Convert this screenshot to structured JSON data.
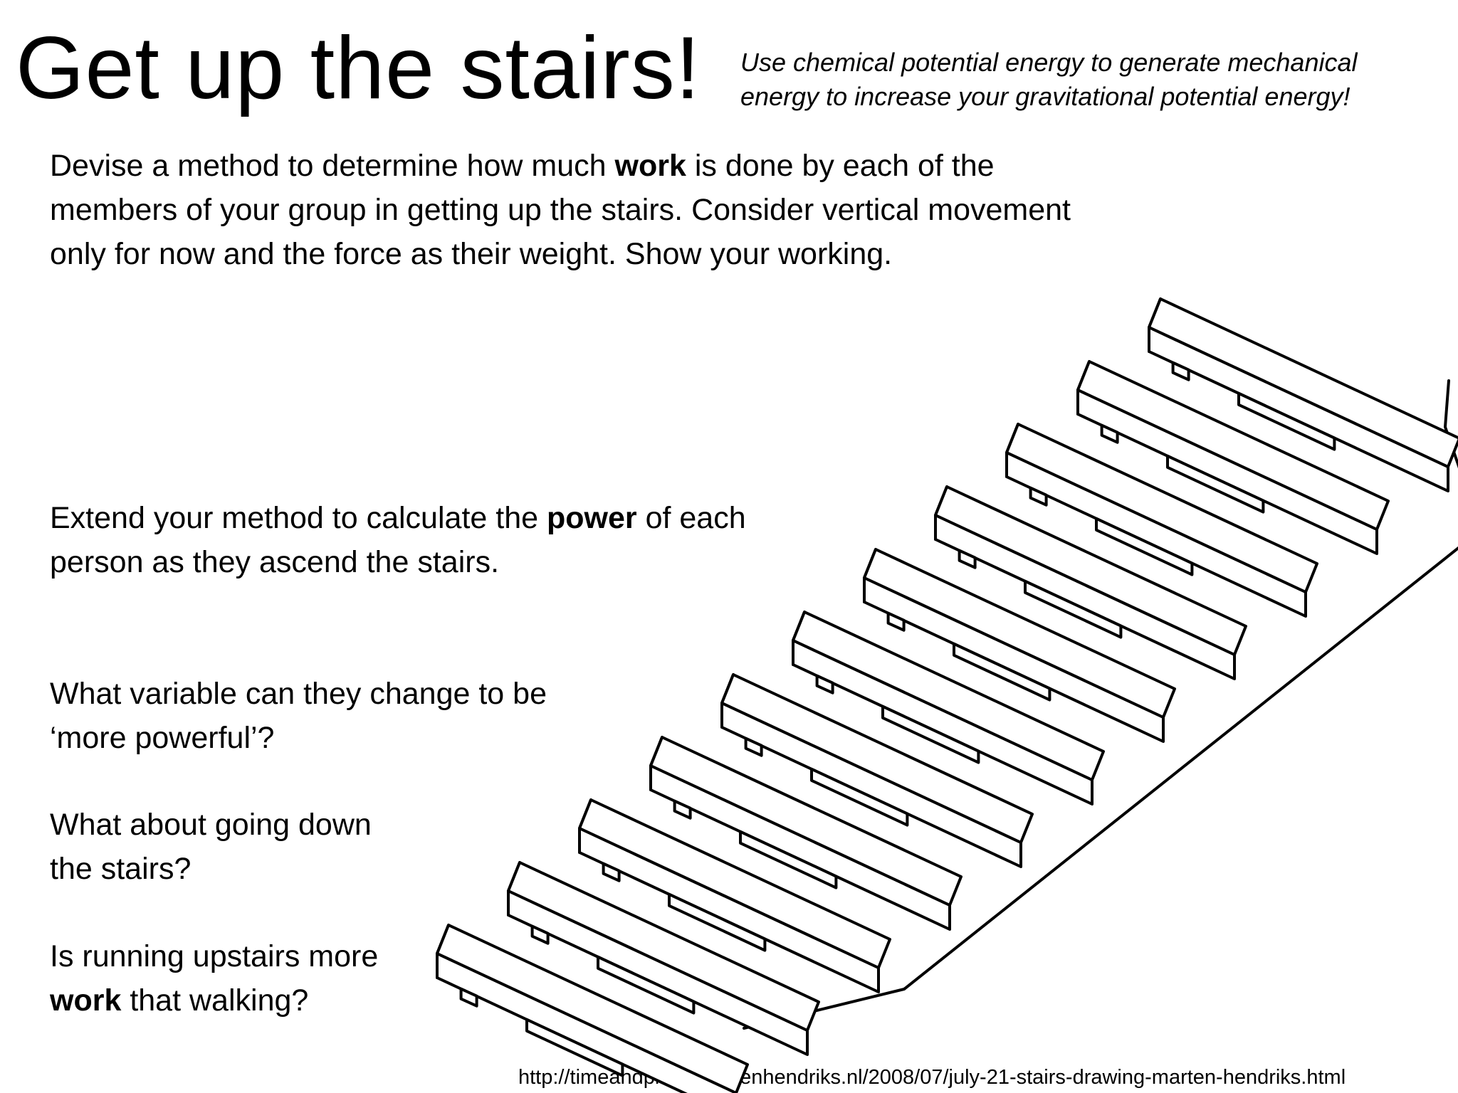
{
  "title": "Get up the stairs!",
  "subtitle": {
    "line1": "Use chemical potential energy to generate mechanical",
    "line2": "energy to increase your gravitational potential energy!"
  },
  "intro": {
    "line1_before": "Devise a method to determine how much ",
    "line1_bold": "work",
    "line1_after": " is done by each of the",
    "line2": "members of your group in getting up the stairs. Consider vertical movement",
    "line3": "only for now and the force as their weight. Show your working."
  },
  "power": {
    "line1_before": "Extend your method to calculate the ",
    "line1_bold": "power",
    "line1_after": " of each",
    "line2": "person as they ascend the stairs."
  },
  "variable": {
    "line1": "What variable can they change to be",
    "line2": "‘more powerful’?"
  },
  "down": {
    "line1": "What about going down",
    "line2": "the stairs?"
  },
  "running": {
    "line1": "Is running upstairs more",
    "line2_bold": "work",
    "line2_after": " that walking?"
  },
  "source_url": "http://timeandplace.martenhendriks.nl/2008/07/july-21-stairs-drawing-marten-hendriks.html",
  "illustration": {
    "icon": "staircase-drawing",
    "step_count": 11
  }
}
